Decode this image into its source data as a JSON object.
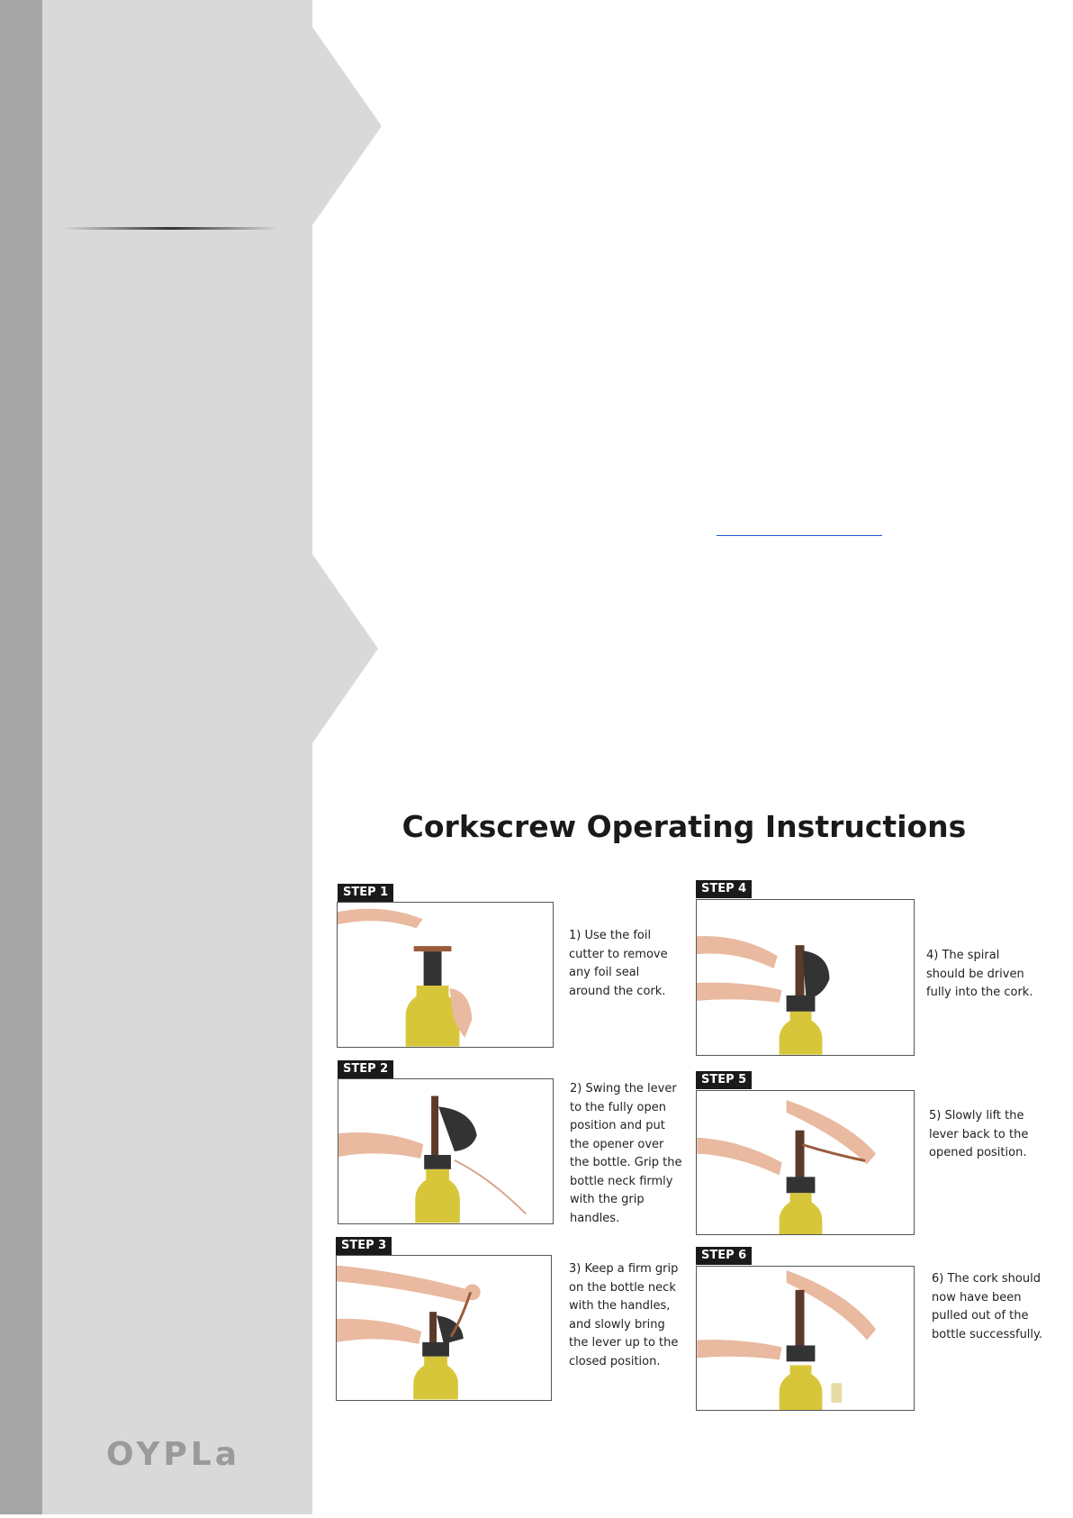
{
  "brand": {
    "logo_text": "OYPLa"
  },
  "title": "Corkscrew Operating Instructions",
  "steps": [
    {
      "label": "STEP 1",
      "text": "1) Use the foil cutter to remove any foil seal around the cork."
    },
    {
      "label": "STEP 2",
      "text": "2) Swing the lever to the fully open position and put the opener over the bottle. Grip the bottle neck firmly with the grip handles."
    },
    {
      "label": "STEP 3",
      "text": "3) Keep a firm grip on the bottle neck with the handles, and slowly bring the lever up to the closed position."
    },
    {
      "label": "STEP 4",
      "text": "4) The spiral should be driven fully into the cork."
    },
    {
      "label": "STEP 5",
      "text": "5) Slowly lift the lever back to the opened position."
    },
    {
      "label": "STEP 6",
      "text": "6) The cork should now have been pulled out of the bottle successfully."
    }
  ],
  "colors": {
    "sidebar_dark": "#a6a6a6",
    "sidebar_light": "#d9d9d9",
    "bottle": "#d8c63a",
    "label_bg": "#1a1a1a"
  }
}
